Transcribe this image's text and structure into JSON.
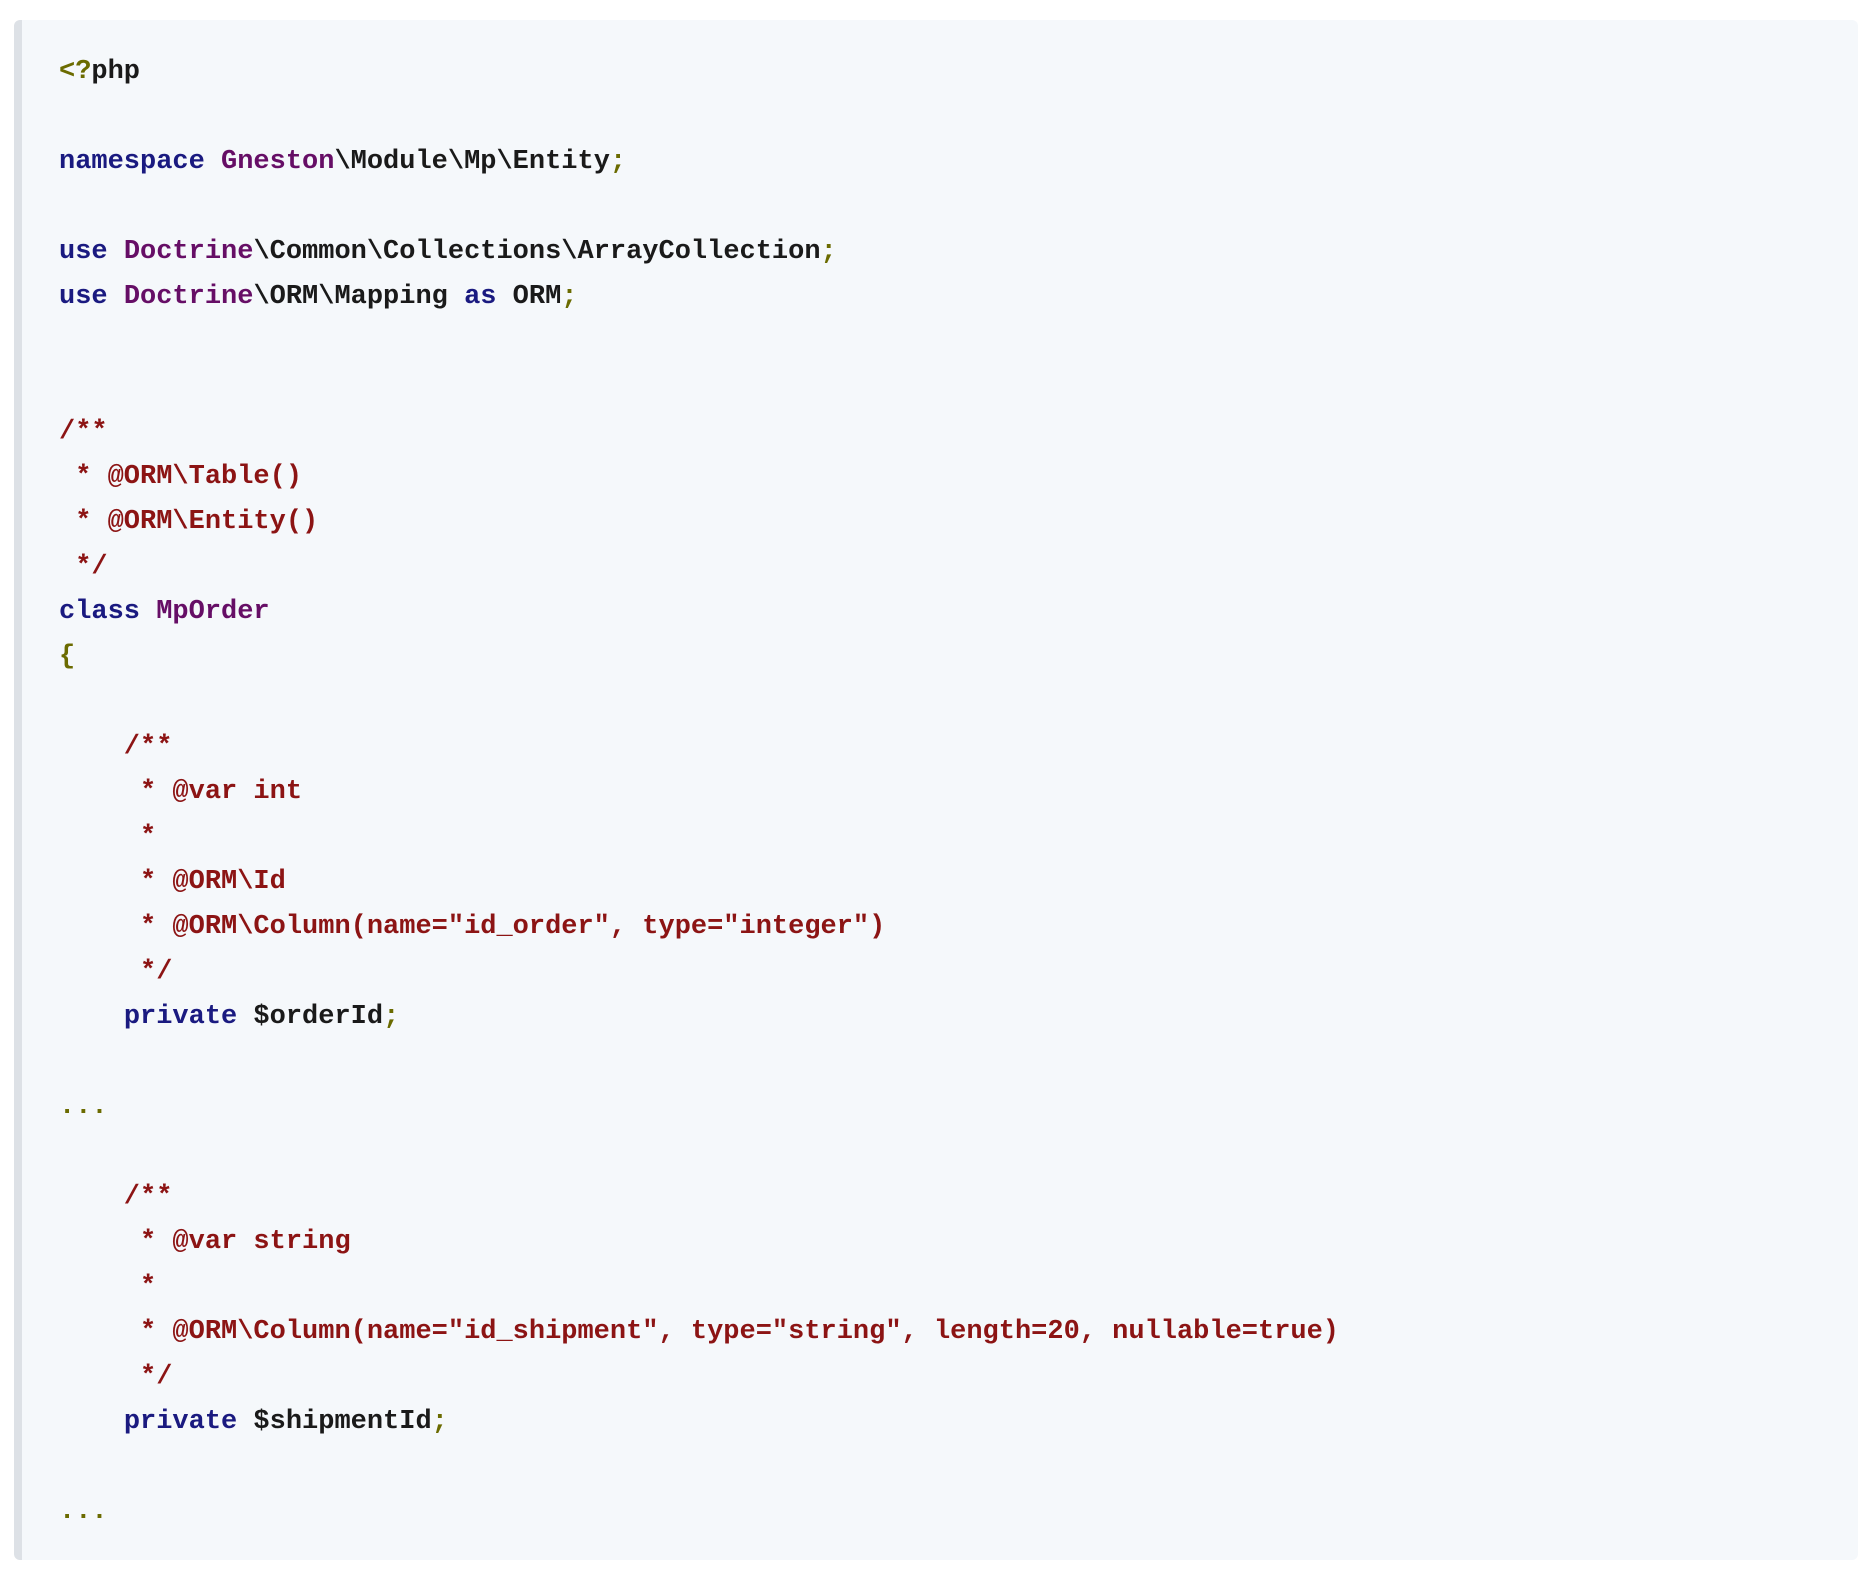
{
  "code": {
    "language": "php",
    "colors": {
      "background": "#f5f8fb",
      "border": "#dde1e6",
      "keyword": "#1a1a80",
      "class_name": "#660e66",
      "text": "#1a1a1a",
      "punctuation": "#6b6b00",
      "comment": "#8c1414"
    },
    "lines": [
      [
        {
          "t": "<?",
          "c": "pun"
        },
        {
          "t": "php",
          "c": "txt"
        }
      ],
      [],
      [
        {
          "t": "namespace",
          "c": "kw"
        },
        {
          "t": " ",
          "c": "txt"
        },
        {
          "t": "Gneston",
          "c": "cls"
        },
        {
          "t": "\\Module\\Mp\\Entity",
          "c": "txt"
        },
        {
          "t": ";",
          "c": "pun"
        }
      ],
      [],
      [
        {
          "t": "use",
          "c": "kw"
        },
        {
          "t": " ",
          "c": "txt"
        },
        {
          "t": "Doctrine",
          "c": "cls"
        },
        {
          "t": "\\Common\\Collections\\ArrayCollection",
          "c": "txt"
        },
        {
          "t": ";",
          "c": "pun"
        }
      ],
      [
        {
          "t": "use",
          "c": "kw"
        },
        {
          "t": " ",
          "c": "txt"
        },
        {
          "t": "Doctrine",
          "c": "cls"
        },
        {
          "t": "\\ORM\\Mapping ",
          "c": "txt"
        },
        {
          "t": "as",
          "c": "kw"
        },
        {
          "t": " ORM",
          "c": "txt"
        },
        {
          "t": ";",
          "c": "pun"
        }
      ],
      [],
      [],
      [
        {
          "t": "/**",
          "c": "cmt"
        }
      ],
      [
        {
          "t": " * @ORM\\Table()",
          "c": "cmt"
        }
      ],
      [
        {
          "t": " * @ORM\\Entity()",
          "c": "cmt"
        }
      ],
      [
        {
          "t": " */",
          "c": "cmt"
        }
      ],
      [
        {
          "t": "class",
          "c": "kw"
        },
        {
          "t": " ",
          "c": "txt"
        },
        {
          "t": "MpOrder",
          "c": "cls"
        }
      ],
      [
        {
          "t": "{",
          "c": "pun"
        }
      ],
      [],
      [
        {
          "t": "    /**",
          "c": "cmt"
        }
      ],
      [
        {
          "t": "     * @var int",
          "c": "cmt"
        }
      ],
      [
        {
          "t": "     *",
          "c": "cmt"
        }
      ],
      [
        {
          "t": "     * @ORM\\Id",
          "c": "cmt"
        }
      ],
      [
        {
          "t": "     * @ORM\\Column(name=\"id_order\", type=\"integer\")",
          "c": "cmt"
        }
      ],
      [
        {
          "t": "     */",
          "c": "cmt"
        }
      ],
      [
        {
          "t": "    ",
          "c": "txt"
        },
        {
          "t": "private",
          "c": "kw"
        },
        {
          "t": " $orderId",
          "c": "txt"
        },
        {
          "t": ";",
          "c": "pun"
        }
      ],
      [],
      [
        {
          "t": "...",
          "c": "pun"
        }
      ],
      [],
      [
        {
          "t": "    /**",
          "c": "cmt"
        }
      ],
      [
        {
          "t": "     * @var string",
          "c": "cmt"
        }
      ],
      [
        {
          "t": "     *",
          "c": "cmt"
        }
      ],
      [
        {
          "t": "     * @ORM\\Column(name=\"id_shipment\", type=\"string\", length=20, nullable=true)",
          "c": "cmt"
        }
      ],
      [
        {
          "t": "     */",
          "c": "cmt"
        }
      ],
      [
        {
          "t": "    ",
          "c": "txt"
        },
        {
          "t": "private",
          "c": "kw"
        },
        {
          "t": " $shipmentId",
          "c": "txt"
        },
        {
          "t": ";",
          "c": "pun"
        }
      ],
      [],
      [
        {
          "t": "...",
          "c": "pun"
        }
      ]
    ]
  }
}
